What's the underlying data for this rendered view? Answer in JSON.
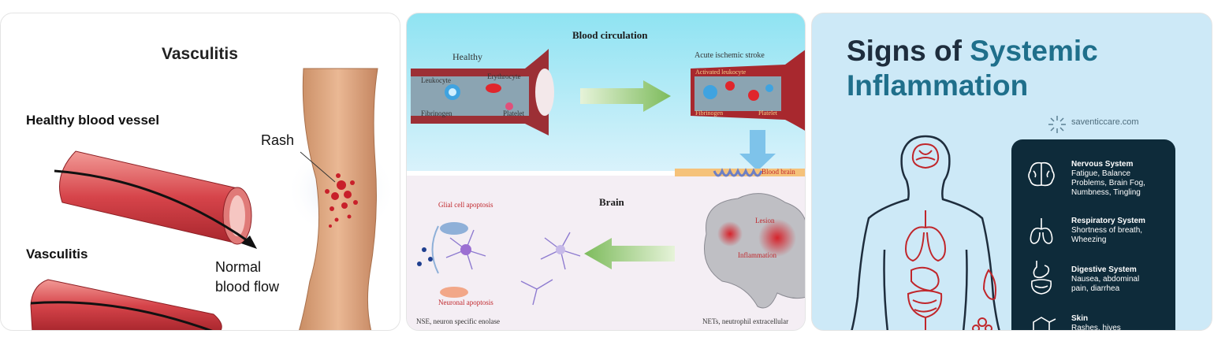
{
  "results": [
    {
      "title": "Vasculitis",
      "labels": {
        "healthy": "Healthy blood vessel",
        "vasculitis": "Vasculitis",
        "rash": "Rash",
        "flow_line1": "Normal",
        "flow_line2": "blood flow"
      }
    },
    {
      "title": "Blood circulation",
      "labels": {
        "healthy": "Healthy",
        "stroke": "Acute ischemic stroke",
        "leukocyte": "Leukocyte",
        "erythrocyte": "Erythrocyte",
        "fibrinogen": "Fibrinogen",
        "platelet": "Platelet",
        "activated": "Activated leukocyte",
        "fibrinogen2": "Fibrinogen",
        "platelet2": "Platelet",
        "barrier": "Blood brain",
        "brain": "Brain",
        "glial": "Glial cell apoptosis",
        "neuronal": "Neuronal apoptosis",
        "lesion": "Lesion",
        "inflammation": "Inflammation",
        "nse": "NSE, neuron specific enolase",
        "nets": "NETs, neutrophil extracellular"
      }
    },
    {
      "title_part1": "Signs of ",
      "title_part2": "Systemic",
      "title_part3": "Inflammation",
      "brand": "saventiccare.com",
      "colors": {
        "dark": "#1e2d3d",
        "teal": "#1f6f8b",
        "panel": "#0e2b3a",
        "organ": "#c0262b"
      },
      "systems": [
        {
          "icon": "brain-icon",
          "name": "Nervous System",
          "symptoms": [
            "Fatigue, Balance",
            "Problems, Brain Fog,",
            "Numbness, Tingling"
          ]
        },
        {
          "icon": "lungs-icon",
          "name": "Respiratory System",
          "symptoms": [
            "Shortness of breath,",
            "Wheezing"
          ]
        },
        {
          "icon": "stomach-icon",
          "name": "Digestive System",
          "symptoms": [
            "Nausea, abdominal",
            "pain, diarrhea"
          ]
        },
        {
          "icon": "molecule-icon",
          "name": "Skin",
          "symptoms": [
            "Rashes, hives"
          ]
        }
      ]
    }
  ]
}
